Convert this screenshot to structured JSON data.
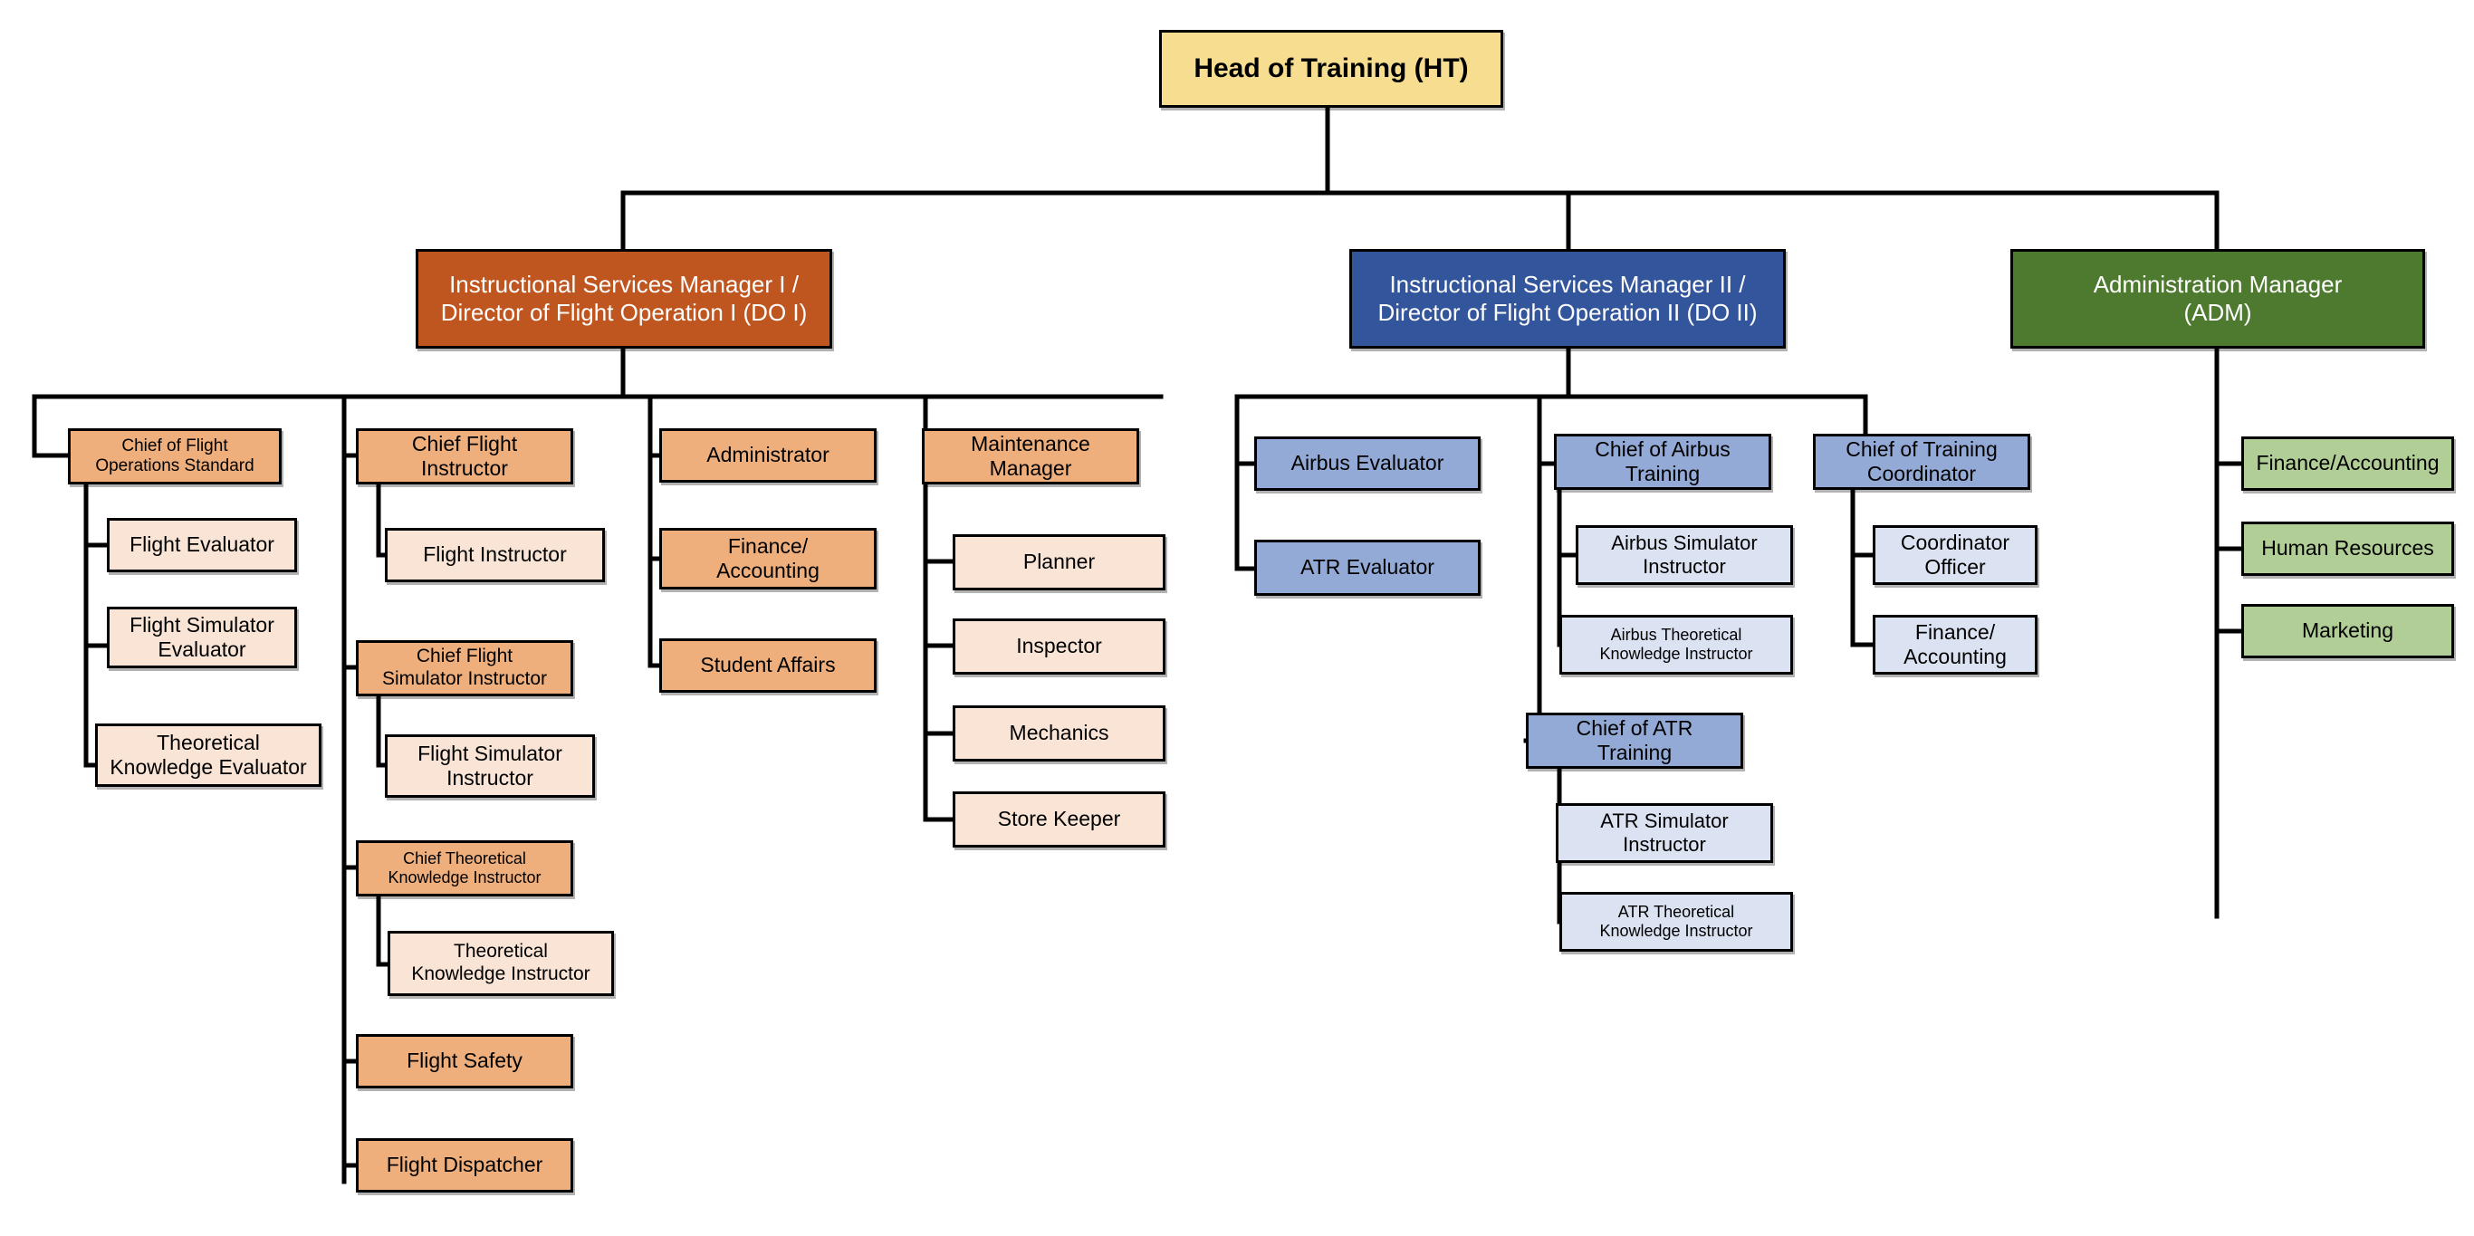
{
  "chart": {
    "title": "Head of Training Organization Chart",
    "colors": {
      "root": "#f7dd8f",
      "operations_i": "#c0561f",
      "operations_ii": "#33559b",
      "administration": "#4e7a30",
      "orange_mid": "#eeaf7d",
      "orange_light": "#f9e4d5",
      "blue_mid": "#93a9d6",
      "blue_light": "#dbe3f2",
      "green_mid": "#b0ce96",
      "line": "#000000"
    }
  },
  "nodes": {
    "head_of_training": "Head of Training (HT)",
    "ism1": "Instructional Services Manager I /\nDirector of Flight Operation I (DO I)",
    "ism2": "Instructional Services Manager II /\nDirector of Flight Operation II (DO II)",
    "adm": "Administration Manager\n(ADM)",
    "chief_flight_ops_standard": "Chief of Flight\nOperations Standard",
    "flight_evaluator": "Flight Evaluator",
    "flight_sim_evaluator": "Flight Simulator\nEvaluator",
    "theoretical_knowledge_evaluator": "Theoretical\nKnowledge Evaluator",
    "chief_flight_instructor": "Chief Flight\nInstructor",
    "flight_instructor": "Flight Instructor",
    "chief_flight_sim_instructor": "Chief Flight\nSimulator Instructor",
    "flight_sim_instructor": "Flight Simulator\nInstructor",
    "chief_theoretical_knowledge_instructor": "Chief Theoretical\nKnowledge  Instructor",
    "theoretical_knowledge_instructor": "Theoretical\nKnowledge  Instructor",
    "flight_safety": "Flight Safety",
    "flight_dispatcher": "Flight Dispatcher",
    "administrator": "Administrator",
    "finance_accounting_do1": "Finance/\nAccounting",
    "student_affairs": "Student Affairs",
    "maintenance_manager": "Maintenance\nManager",
    "planner": "Planner",
    "inspector": "Inspector",
    "mechanics": "Mechanics",
    "store_keeper": "Store Keeper",
    "airbus_evaluator": "Airbus Evaluator",
    "atr_evaluator": "ATR Evaluator",
    "chief_airbus_training": "Chief of Airbus\nTraining",
    "airbus_sim_instructor": "Airbus Simulator\nInstructor",
    "airbus_theoretical_knowledge_instructor": "Airbus Theoretical\nKnowledge  Instructor",
    "chief_atr_training": "Chief of ATR\nTraining",
    "atr_sim_instructor": "ATR Simulator\nInstructor",
    "atr_theoretical_knowledge_instructor": "ATR Theoretical\nKnowledge  Instructor",
    "chief_training_coordinator": "Chief of Training\nCoordinator",
    "coordinator_officer": "Coordinator\nOfficer",
    "finance_accounting_do2": "Finance/\nAccounting",
    "finance_accounting_adm": "Finance/Accounting",
    "human_resources": "Human Resources",
    "marketing": "Marketing"
  }
}
